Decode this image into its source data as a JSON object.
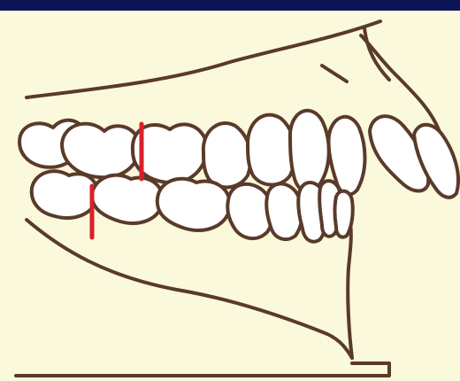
{
  "figure": {
    "subject": "dental-occlusion-side-view",
    "colors": {
      "frame": "#0b1554",
      "background": "#fbf9db",
      "outline": "#5a3a2a",
      "marker": "#d8202a",
      "tooth_fill": "#ffffff"
    },
    "markers": [
      {
        "id": "upper-molar-cusp-marker",
        "jaw": "upper"
      },
      {
        "id": "lower-molar-groove-marker",
        "jaw": "lower"
      }
    ]
  }
}
